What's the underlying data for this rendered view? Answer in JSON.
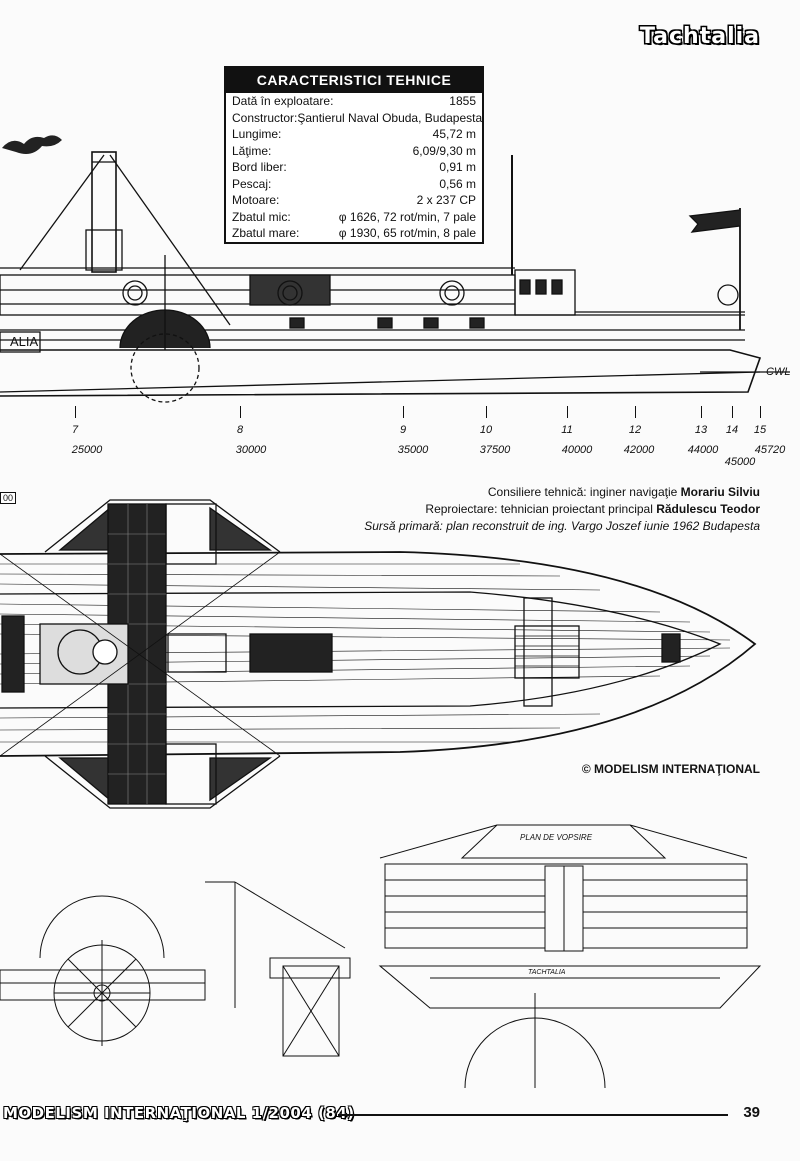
{
  "header": {
    "title": "Tachtalia"
  },
  "specs": {
    "title": "CARACTERISTICI TEHNICE",
    "rows": [
      {
        "label": "Dată în exploatare:",
        "value": "1855"
      },
      {
        "label": "Constructor:",
        "value": "Şantierul Naval Obuda, Budapesta"
      },
      {
        "label": "Lungime:",
        "value": "45,72 m"
      },
      {
        "label": "Lăţime:",
        "value": "6,09/9,30 m"
      },
      {
        "label": "Bord liber:",
        "value": "0,91 m"
      },
      {
        "label": "Pescaj:",
        "value": "0,56 m"
      },
      {
        "label": "Motoare:",
        "value": "2 x 237 CP"
      },
      {
        "label": "Zbatul mic:",
        "value": "φ 1626, 72 rot/min, 7 pale"
      },
      {
        "label": "Zbatul mare:",
        "value": "φ 1930, 65 rot/min, 8 pale"
      }
    ]
  },
  "drawing": {
    "side_view": {
      "hull_label": "ALIA",
      "waterline": "CWL",
      "left_edge_mark": "00"
    },
    "stations": [
      {
        "num": "7",
        "dist": "25000"
      },
      {
        "num": "8",
        "dist": "30000"
      },
      {
        "num": "9",
        "dist": "35000"
      },
      {
        "num": "10",
        "dist": "37500"
      },
      {
        "num": "11",
        "dist": "40000"
      },
      {
        "num": "12",
        "dist": "42000"
      },
      {
        "num": "13",
        "dist": "44000"
      },
      {
        "num": "14",
        "dist": "45000"
      },
      {
        "num": "15",
        "dist": "45720"
      }
    ],
    "paint_plan": {
      "title": "PLAN DE VOPSIRE",
      "hull_name": "TACHTALIA"
    }
  },
  "credits": {
    "line1_prefix": "Consiliere tehnică: inginer navigaţie ",
    "line1_name": "Morariu Silviu",
    "line2_prefix": "Reproiectare: tehnician proiectant principal ",
    "line2_name": "Rădulescu Teodor",
    "line3": "Sursă primară: plan reconstruit de ing. Vargo Joszef iunie 1962 Budapesta"
  },
  "copyright": "© MODELISM INTERNAŢIONAL",
  "footer": {
    "magazine": "MODELISM INTERNAŢIONAL 1/2004 (84)",
    "page": "39"
  },
  "colors": {
    "ink": "#111111",
    "paper": "#fbfbfb",
    "deck_dark": "#222222"
  }
}
